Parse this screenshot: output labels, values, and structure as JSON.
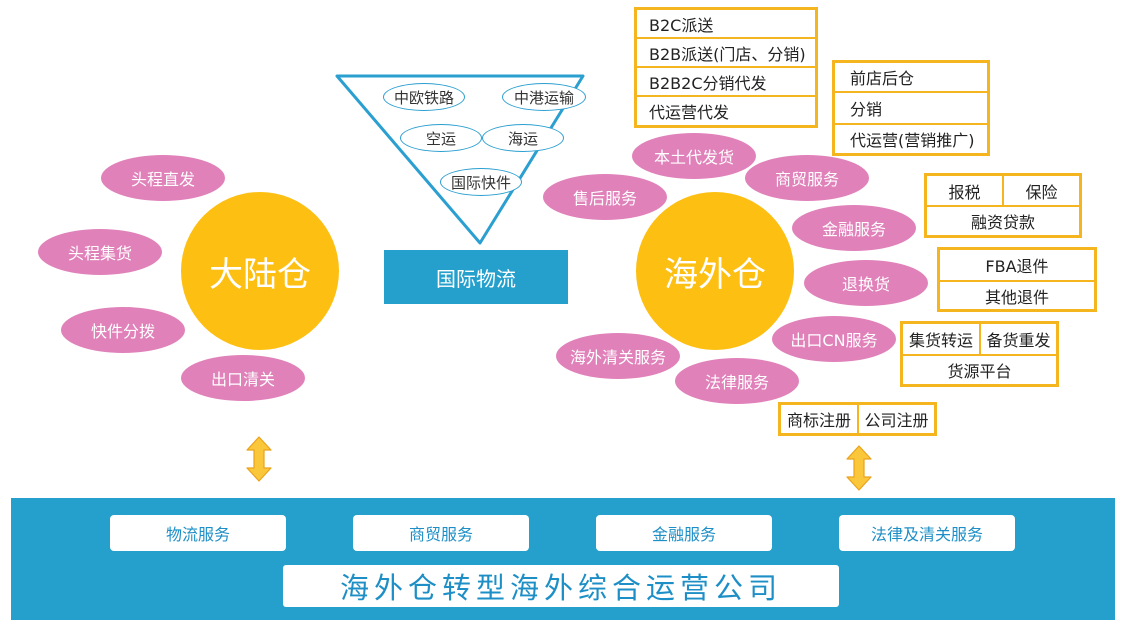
{
  "colors": {
    "circle": "#fdbf12",
    "pill": "#e081ba",
    "box_border": "#f5b51e",
    "blue": "#25a0cc",
    "arrow": "#fbc73a"
  },
  "mainland": {
    "center": "大陆仓",
    "services": [
      "头程直发",
      "头程集货",
      "快件分拨",
      "出口清关"
    ]
  },
  "logistics": {
    "label": "国际物流",
    "modes": [
      "中欧铁路",
      "中港运输",
      "空运",
      "海运",
      "国际快件"
    ]
  },
  "overseas": {
    "center": "海外仓",
    "services": [
      "本土代发货",
      "商贸服务",
      "售后服务",
      "金融服务",
      "退换货",
      "出口CN服务",
      "海外清关服务",
      "法律服务"
    ]
  },
  "detail_boxes": {
    "delivery": [
      "B2C派送",
      "B2B派送(门店、分销)",
      "B2B2C分销代发",
      "代运营代发"
    ],
    "trade": [
      "前店后仓",
      "分销",
      "代运营(营销推广)"
    ],
    "finance": {
      "top": [
        "报税",
        "保险"
      ],
      "bottom": "融资贷款"
    },
    "returns": [
      "FBA退件",
      "其他退件"
    ],
    "cn": {
      "top": [
        "集货转运",
        "备货重发"
      ],
      "bottom": "货源平台"
    },
    "legal": [
      "商标注册",
      "公司注册"
    ]
  },
  "bottom_panel": {
    "services": [
      "物流服务",
      "商贸服务",
      "金融服务",
      "法律及清关服务"
    ],
    "title": "海外仓转型海外综合运营公司"
  }
}
